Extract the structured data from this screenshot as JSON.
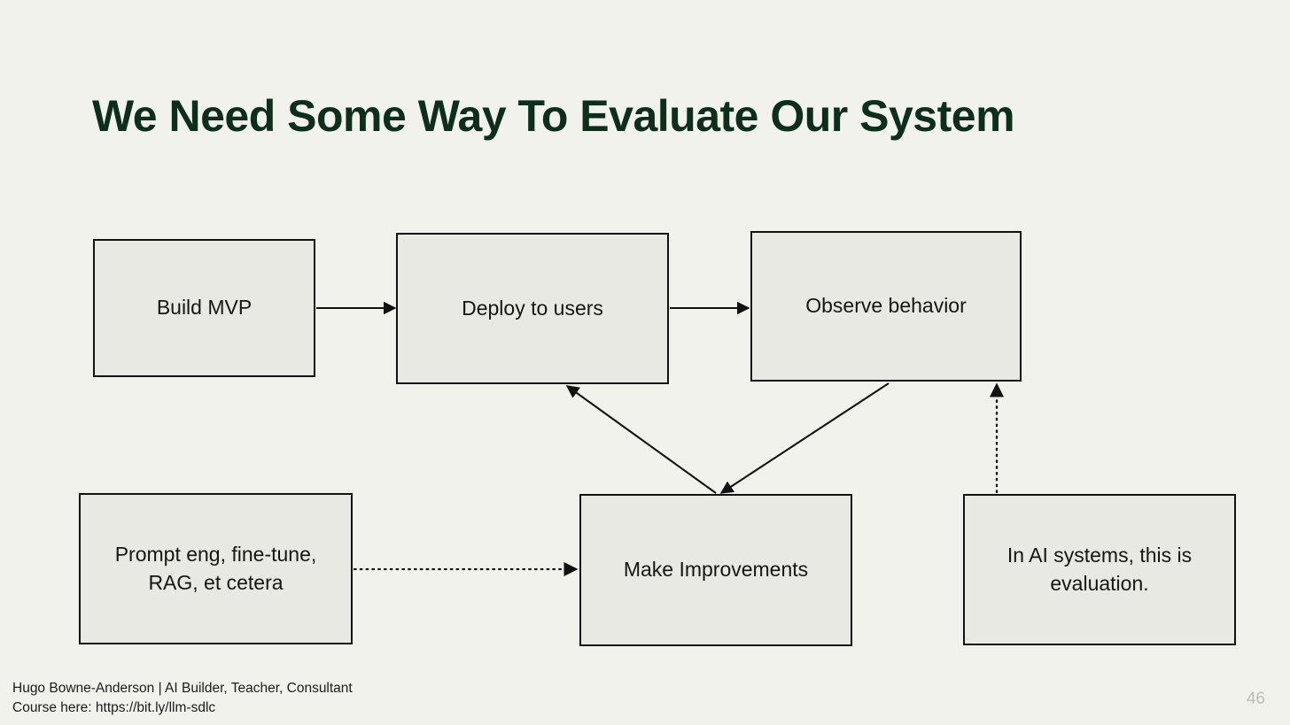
{
  "slide": {
    "title": "We Need Some Way To Evaluate Our System",
    "page_number": "46",
    "background_color": "#f2f2ed",
    "title_color": "#0d2e1a",
    "node_fill_color": "#e9e9e3",
    "node_border_color": "#121212"
  },
  "diagram": {
    "nodes": [
      {
        "id": "build-mvp",
        "label": "Build MVP"
      },
      {
        "id": "deploy",
        "label": "Deploy to users"
      },
      {
        "id": "observe",
        "label": "Observe behavior"
      },
      {
        "id": "prompt-eng",
        "label": "Prompt eng, fine-tune, RAG, et cetera"
      },
      {
        "id": "make-impr",
        "label": "Make Improvements"
      },
      {
        "id": "evaluation",
        "label": "In AI systems, this is evaluation."
      }
    ],
    "edges": [
      {
        "from": "build-mvp",
        "to": "deploy",
        "style": "solid",
        "direction": "right"
      },
      {
        "from": "deploy",
        "to": "observe",
        "style": "solid",
        "direction": "right"
      },
      {
        "from": "observe",
        "to": "make-impr",
        "style": "solid",
        "direction": "down-left"
      },
      {
        "from": "make-impr",
        "to": "deploy",
        "style": "solid",
        "direction": "up-left"
      },
      {
        "from": "prompt-eng",
        "to": "make-impr",
        "style": "dotted",
        "direction": "right"
      },
      {
        "from": "evaluation",
        "to": "observe",
        "style": "dotted",
        "direction": "up"
      }
    ]
  },
  "footer": {
    "line1": "Hugo Bowne-Anderson | AI Builder, Teacher, Consultant",
    "line2": "Course here: https://bit.ly/llm-sdlc"
  }
}
